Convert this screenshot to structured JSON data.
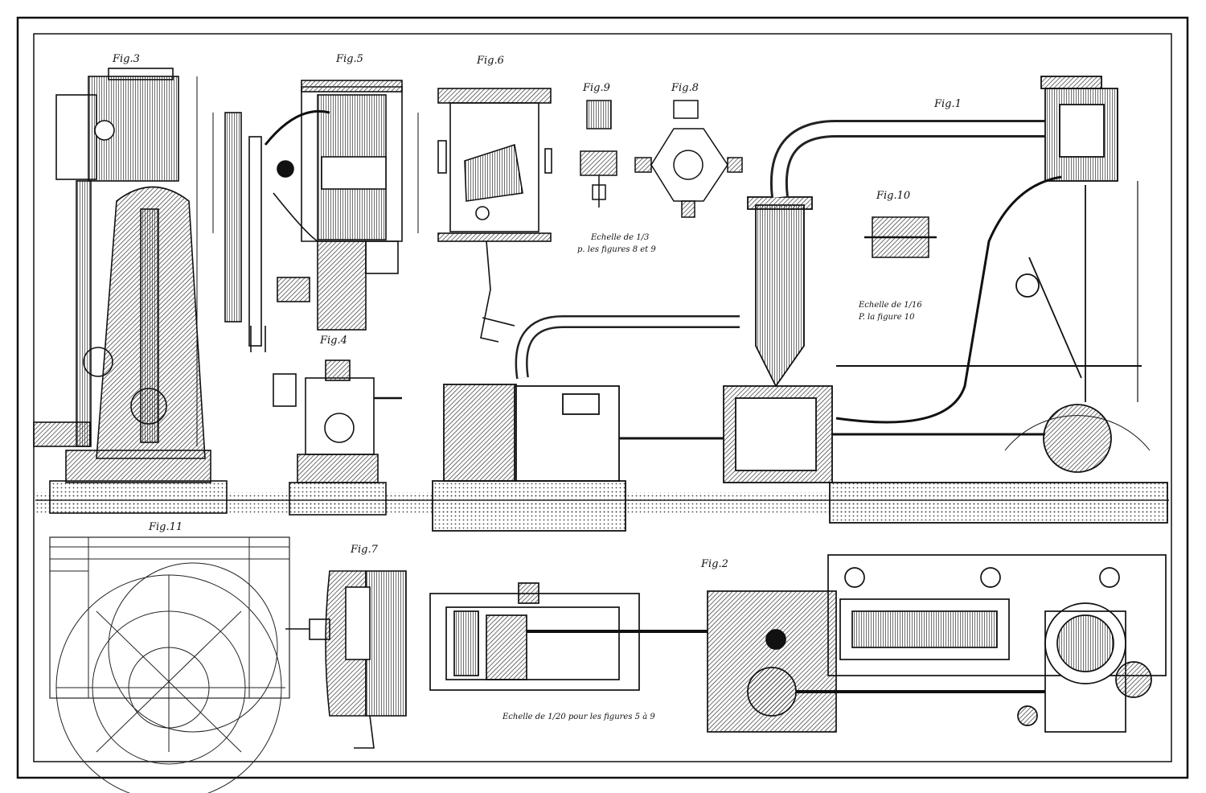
{
  "figures": {
    "fig1": "Fig.1",
    "fig2": "Fig.2",
    "fig3": "Fig.3",
    "fig4": "Fig.4",
    "fig5": "Fig.5",
    "fig6": "Fig.6",
    "fig7": "Fig.7",
    "fig8": "Fig.8",
    "fig9": "Fig.9",
    "fig10": "Fig.10",
    "fig11": "Fig.11"
  },
  "scales": {
    "scale_89_line1": "Echelle de 1/3",
    "scale_89_line2": "p. les figures 8 et 9",
    "scale_10_line1": "Echelle de 1/16",
    "scale_10_line2": "P. la figure 10",
    "scale_5_9": "Echelle de 1/20 pour les figures 5 à 9"
  },
  "colors": {
    "ink": "#111111",
    "paper": "#ffffff",
    "hatch": "#555555"
  }
}
